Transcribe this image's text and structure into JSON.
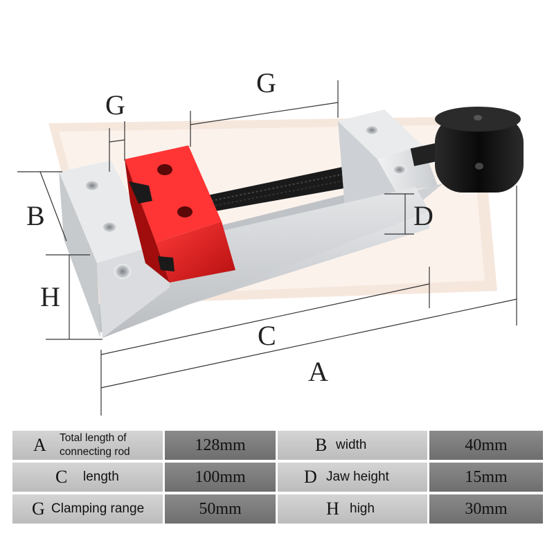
{
  "dimension_letters": {
    "A": "A",
    "B": "B",
    "C": "C",
    "D": "D",
    "G_left": "G",
    "G_top": "G",
    "H": "H"
  },
  "specs": [
    {
      "left": {
        "letter": "A",
        "label": "Total length of connecting rod",
        "value": "128mm"
      },
      "right": {
        "letter": "B",
        "label": "width",
        "value": "40mm"
      }
    },
    {
      "left": {
        "letter": "C",
        "label": "length",
        "value": "100mm"
      },
      "right": {
        "letter": "D",
        "label": "Jaw height",
        "value": "15mm"
      }
    },
    {
      "left": {
        "letter": "G",
        "label": "Clamping range",
        "value": "50mm"
      },
      "right": {
        "letter": "H",
        "label": "high",
        "value": "30mm"
      }
    }
  ],
  "colors": {
    "jaw": "#d81e1e",
    "body": "#d9dcdf",
    "knob": "#111111",
    "table_label_bg": "#c8c8c8",
    "table_value_bg": "#7c7c7c"
  }
}
